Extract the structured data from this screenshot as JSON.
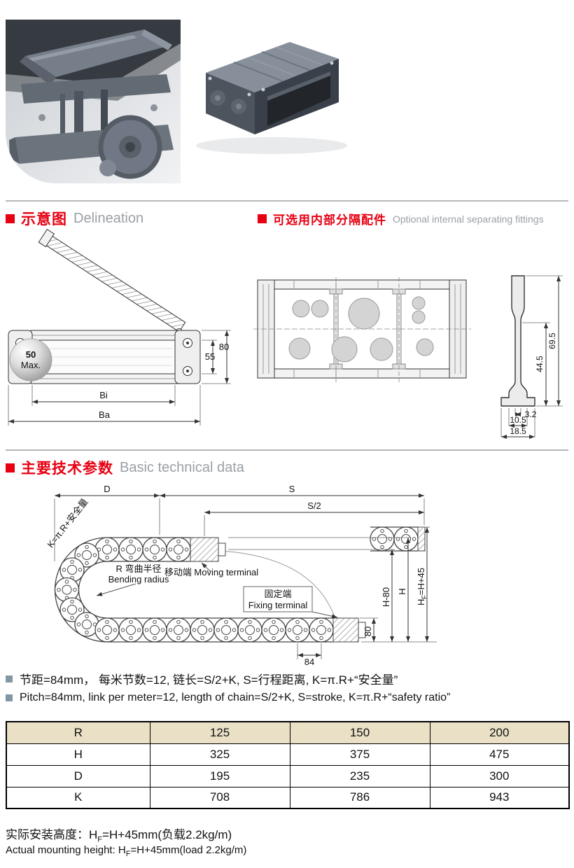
{
  "colors": {
    "accent_red": "#e60012",
    "section_en_grey": "#9aa0a6",
    "table_header_bg": "#eae0c6",
    "note_bullet": "#8296a4"
  },
  "sections": {
    "delineation": {
      "zh": "示意图",
      "en": "Delineation"
    },
    "fittings": {
      "zh": "可选用内部分隔配件",
      "en": "Optional internal separating fittings"
    },
    "technical": {
      "zh": "主要技术参数",
      "en": "Basic technical data"
    }
  },
  "side_view": {
    "max_line1": "50",
    "max_line2": "Max.",
    "dim_inner_height": "55",
    "dim_outer_height": "80",
    "dim_inner_width": "Bi",
    "dim_outer_width": "Ba"
  },
  "cross_section": {
    "dim_44_5": "44.5",
    "dim_69_5": "69.5",
    "dim_3_2": "3.2",
    "dim_10_5": "10.5",
    "dim_18_5": "18.5"
  },
  "bend_diagram": {
    "dim_d": "D",
    "dim_s": "S",
    "dim_s_half": "S/2",
    "moving_terminal": "移动端 Moving terminal",
    "bending_radius_zh": "R 弯曲半径",
    "bending_radius_en": "Bending radius",
    "fixing_terminal_zh": "固定端",
    "fixing_terminal_en": "Fixing terminal",
    "dim_h_minus_80": "H-80",
    "dim_h": "H",
    "hf": {
      "base": "H",
      "sub": "F",
      "rest": "=H+45"
    },
    "dim_80": "80",
    "dim_84": "84",
    "k_formula": "K=π.R+安全量"
  },
  "notes": {
    "zh": "节距=84mm， 每米节数=12, 链长=S/2+K, S=行程距离, K=π.R+“安全量”",
    "en": "Pitch=84mm, link per meter=12, length of chain=S/2+K, S=stroke, K=π.R+“safety ratio”"
  },
  "table": {
    "header": {
      "label": "R",
      "values": [
        "125",
        "150",
        "200"
      ]
    },
    "rows": [
      {
        "label": "H",
        "values": [
          "325",
          "375",
          "475"
        ]
      },
      {
        "label": "D",
        "values": [
          "195",
          "235",
          "300"
        ]
      },
      {
        "label": "K",
        "values": [
          "708",
          "786",
          "943"
        ]
      }
    ]
  },
  "footer": {
    "zh_pre": "实际安装高度：H",
    "zh_sub": "F",
    "zh_post": "=H+45mm(负载2.2kg/m)",
    "en_pre": "Actual mounting height: H",
    "en_sub": "F",
    "en_post": "=H+45mm(load 2.2kg/m)"
  }
}
